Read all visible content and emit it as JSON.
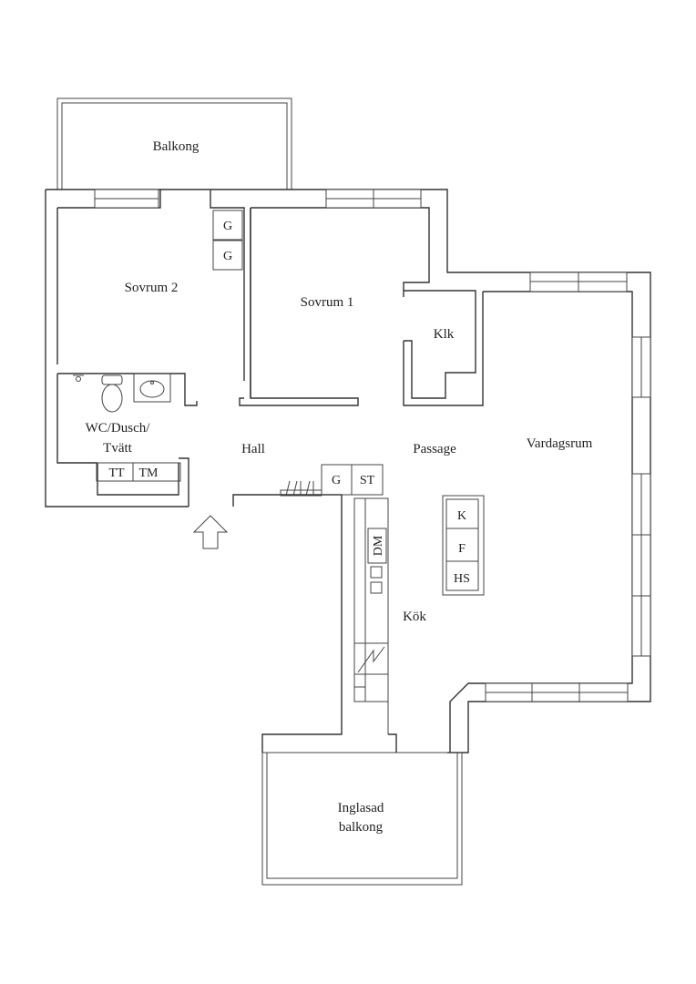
{
  "rooms": {
    "balkong": "Balkong",
    "sovrum2": "Sovrum 2",
    "sovrum1": "Sovrum 1",
    "klk": "Klk",
    "wc_line1": "WC/Dusch/",
    "wc_line2": "Tvätt",
    "hall": "Hall",
    "passage": "Passage",
    "vardagsrum": "Vardagsrum",
    "kok": "Kök",
    "inglasad_line1": "Inglasad",
    "inglasad_line2": "balkong"
  },
  "fixtures": {
    "garderob": "G",
    "tt": "TT",
    "tm": "TM",
    "st": "ST",
    "dm": "DM",
    "k": "K",
    "f": "F",
    "hs": "HS"
  },
  "icons": {
    "entrance": "arrow-up",
    "stove": "lightning-zigzag"
  }
}
